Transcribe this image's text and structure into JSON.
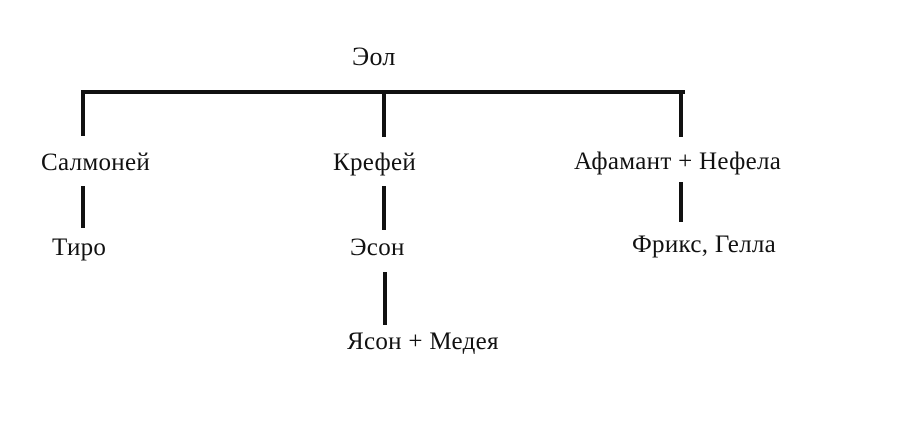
{
  "diagram": {
    "type": "family-tree",
    "root": {
      "name": "Эол"
    },
    "nodes": {
      "salmoney": "Салмоней",
      "tiro": "Тиро",
      "krefey": "Крефей",
      "eson": "Эсон",
      "jason_medea": "Ясон + Медея",
      "afamant_nefela": "Афамант + Нефела",
      "friks_gella": "Фрикс, Гелла"
    },
    "edges": [
      [
        "Эол",
        "Салмоней"
      ],
      [
        "Эол",
        "Крефей"
      ],
      [
        "Эол",
        "Афамант + Нефела"
      ],
      [
        "Салмоней",
        "Тиро"
      ],
      [
        "Крефей",
        "Эсон"
      ],
      [
        "Эсон",
        "Ясон + Медея"
      ],
      [
        "Афамант + Нефела",
        "Фрикс, Гелла"
      ]
    ]
  }
}
